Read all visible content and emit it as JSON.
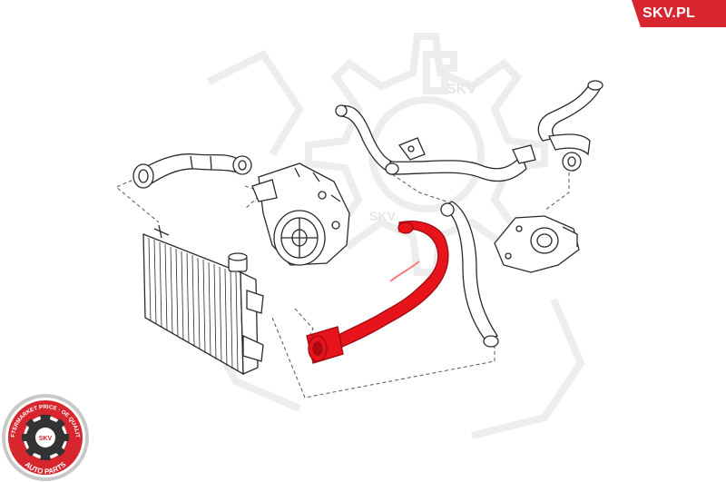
{
  "brand": {
    "site": "SKV.PL",
    "watermark": "SKV"
  },
  "logo": {
    "ring_top_text": "AFTERMARKET PRICE · OE QUALITY",
    "center_text": "SKV",
    "bottom_text": "AUTO PARTS"
  },
  "colors": {
    "brand_red": "#d7262e",
    "highlight_hose": "#e8141c",
    "line_art": "#2a2a2a",
    "watermark": "#ececec",
    "logo_ring": "#c8c8c8"
  },
  "icons": {
    "watermark": "gear-watermark-icon",
    "badge": "skv-gear-logo-icon"
  }
}
